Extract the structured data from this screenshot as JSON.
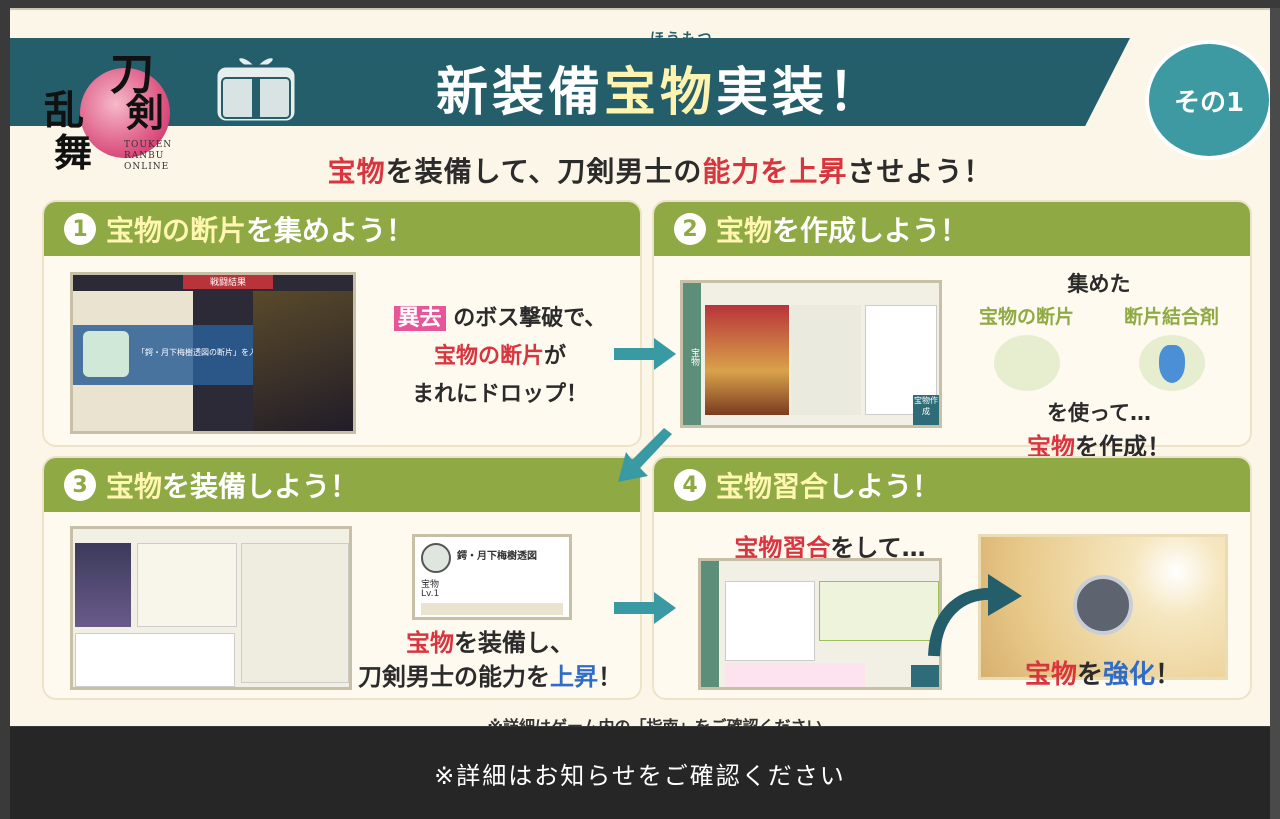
{
  "logo": {
    "chars": [
      "刀",
      "剣",
      "乱",
      "舞"
    ],
    "sub": [
      "TOUKEN",
      "RANBU",
      "ONLINE"
    ]
  },
  "banner": {
    "prefix": "新装備",
    "highlight": "宝物",
    "suffix": "実装！",
    "ruby": "ほうもつ"
  },
  "badge": "その1",
  "subtitle": {
    "p1": "宝物",
    "p2": "を装備して、刀剣男士の",
    "p3": "能力を上昇",
    "p4": "させよう！"
  },
  "steps": [
    {
      "num": "1",
      "title_hl": "宝物の断片",
      "title_rest": "を集めよう！"
    },
    {
      "num": "2",
      "title_hl": "宝物",
      "title_rest": "を作成しよう！"
    },
    {
      "num": "3",
      "title_hl": "宝物",
      "title_rest": "を装備しよう！"
    },
    {
      "num": "4",
      "title_hl": "宝物習合",
      "title_rest": "しよう！"
    }
  ],
  "step1": {
    "badge": "異去",
    "l1": "のボス撃破で、",
    "l2_hl": "宝物の断片",
    "l2_rest": "が",
    "l3": "まれにドロップ！",
    "shot_header": "戦闘結果",
    "shot_msg": "「鍔・月下梅樹透図の断片」を入手しました"
  },
  "step2": {
    "l1": "集めた",
    "item1": "宝物の断片",
    "item2": "断片結合剤",
    "l2": "を使って…",
    "l3_hl": "宝物",
    "l3_rest": "を作成！",
    "shot_label": "宝物",
    "shot_btn": "宝物作成"
  },
  "step3": {
    "l1_hl": "宝物",
    "l1_rest": "を装備し、",
    "l2a": "刀剣男士の能力を",
    "l2_hl": "上昇",
    "l2_end": "！",
    "card_title": "鍔・月下梅樹透図",
    "card_label": "宝物",
    "card_lv": "Lv.1"
  },
  "step4": {
    "head_hl": "宝物習合",
    "head_rest": "をして…",
    "l1_hl": "宝物",
    "l1_mid": "を",
    "l1_hl2": "強化",
    "l1_end": "！"
  },
  "footnote": "※詳細はゲーム内の「指南」をご確認ください",
  "bottom": "※詳細はお知らせをご確認ください"
}
